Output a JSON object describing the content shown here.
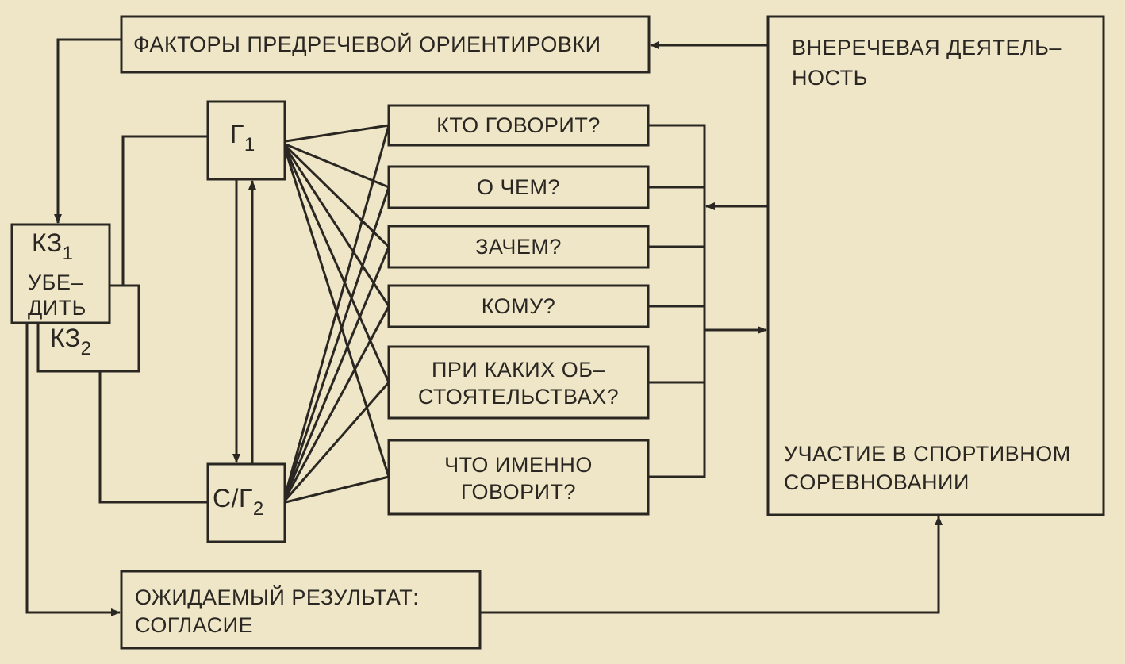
{
  "colors": {
    "paper": "#efe6c8",
    "ink": "#2a2622"
  },
  "factors": "ФАКТОРЫ ПРЕДРЕЧЕВОЙ ОРИЕНТИРОВКИ",
  "activity": {
    "top_line1": "ВНЕРЕЧЕВАЯ ДЕЯТЕЛЬ–",
    "top_line2": "НОСТЬ",
    "bottom_line1": "УЧАСТИЕ В СПОРТИВНОМ",
    "bottom_line2": "СОРЕВНОВАНИИ"
  },
  "kz1": {
    "main": "КЗ",
    "sub": "1",
    "line2": "УБЕ–",
    "line3": "ДИТЬ"
  },
  "kz2": {
    "main": "КЗ",
    "sub": "2"
  },
  "g1": {
    "main": "Г",
    "sub": "1"
  },
  "g2": {
    "main": "С/Г",
    "sub": "2"
  },
  "questions": {
    "q1": "КТО ГОВОРИТ?",
    "q2": "О ЧЕМ?",
    "q3": "ЗАЧЕМ?",
    "q4": "КОМУ?",
    "q5_line1": "ПРИ КАКИХ ОБ–",
    "q5_line2": "СТОЯТЕЛЬСТВАХ?",
    "q6_line1": "ЧТО ИМЕННО",
    "q6_line2": "ГОВОРИТ?"
  },
  "result": {
    "line1": "ОЖИДАЕМЫЙ РЕЗУЛЬТАТ:",
    "line2": "СОГЛАСИЕ"
  }
}
